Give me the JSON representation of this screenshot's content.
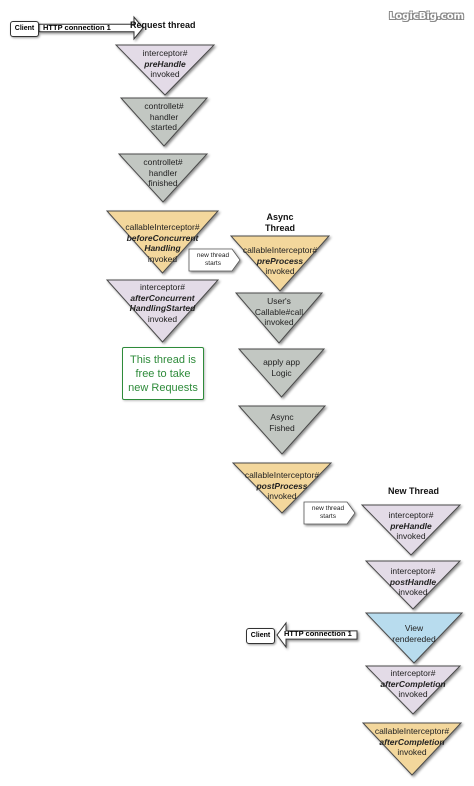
{
  "logo": "LogicBig.com",
  "colors": {
    "lavender": "#e3dbe7",
    "gray": "#c2c7c2",
    "yellow": "#f3d79c",
    "blue": "#b8dcee",
    "green": "#2e8b3a"
  },
  "headings": {
    "request_thread": "Request thread",
    "async_thread": [
      "Async",
      "Thread"
    ],
    "new_thread": "New Thread"
  },
  "client_top": {
    "client": "Client",
    "connection": "HTTP connection 1"
  },
  "client_bottom": {
    "client": "Client",
    "connection": "HTTP connection 1"
  },
  "notes": {
    "async_start": [
      "new thread",
      "starts"
    ],
    "new_thread_start": [
      "new thread",
      "starts"
    ]
  },
  "info_box": [
    "This thread is",
    "free to take",
    "new Requests"
  ],
  "nodes": [
    {
      "id": "req-prehandle",
      "color": "lavender",
      "lines": [
        {
          "t": "interceptor#"
        },
        {
          "t": "preHandle",
          "em": true
        },
        {
          "t": "invoked"
        }
      ]
    },
    {
      "id": "req-handler-started",
      "color": "gray",
      "lines": [
        {
          "t": "controllet#"
        },
        {
          "t": "handler"
        },
        {
          "t": "started"
        }
      ]
    },
    {
      "id": "req-handler-finished",
      "color": "gray",
      "lines": [
        {
          "t": "controllet#"
        },
        {
          "t": "handler"
        },
        {
          "t": "finished"
        }
      ]
    },
    {
      "id": "req-before-concurrent",
      "color": "yellow",
      "lines": [
        {
          "t": "callableInterceptor#"
        },
        {
          "t": "beforeConcurrent",
          "em": true
        },
        {
          "t": "Handling",
          "em": true
        },
        {
          "t": "invoked"
        }
      ]
    },
    {
      "id": "req-after-concurrent",
      "color": "lavender",
      "lines": [
        {
          "t": "interceptor#"
        },
        {
          "t": "afterConcurrent",
          "em": true
        },
        {
          "t": "HandlingStarted",
          "em": true
        },
        {
          "t": "invoked"
        }
      ]
    },
    {
      "id": "async-preprocess",
      "color": "yellow",
      "lines": [
        {
          "t": "callableInterceptor#"
        },
        {
          "t": "preProcess",
          "em": true
        },
        {
          "t": "invoked"
        }
      ]
    },
    {
      "id": "async-callable-call",
      "color": "gray",
      "lines": [
        {
          "t": "User's"
        },
        {
          "t": "Callable#call"
        },
        {
          "t": "invoked"
        }
      ]
    },
    {
      "id": "async-apply-logic",
      "color": "gray",
      "lines": [
        {
          "t": "apply app"
        },
        {
          "t": "Logic"
        }
      ]
    },
    {
      "id": "async-fished",
      "color": "gray",
      "lines": [
        {
          "t": "Async"
        },
        {
          "t": "Fished"
        }
      ]
    },
    {
      "id": "async-postprocess",
      "color": "yellow",
      "lines": [
        {
          "t": "callableInterceptor#"
        },
        {
          "t": "postProcess",
          "em": true
        },
        {
          "t": "invoked"
        }
      ]
    },
    {
      "id": "new-prehandle",
      "color": "lavender",
      "lines": [
        {
          "t": "interceptor#"
        },
        {
          "t": "preHandle",
          "em": true
        },
        {
          "t": "invoked"
        }
      ]
    },
    {
      "id": "new-posthandle",
      "color": "lavender",
      "lines": [
        {
          "t": "interceptor#"
        },
        {
          "t": "postHandle",
          "em": true
        },
        {
          "t": "invoked"
        }
      ]
    },
    {
      "id": "new-view-rendered",
      "color": "blue",
      "lines": [
        {
          "t": "View"
        },
        {
          "t": "rendereded"
        }
      ]
    },
    {
      "id": "new-after-completion",
      "color": "lavender",
      "lines": [
        {
          "t": "interceptor#"
        },
        {
          "t": "afterCompletion",
          "em": true
        },
        {
          "t": "invoked"
        }
      ]
    },
    {
      "id": "new-callable-after-completion",
      "color": "yellow",
      "lines": [
        {
          "t": "callableInterceptor#"
        },
        {
          "t": "afterCompletion",
          "em": true
        },
        {
          "t": "invoked"
        }
      ]
    }
  ]
}
